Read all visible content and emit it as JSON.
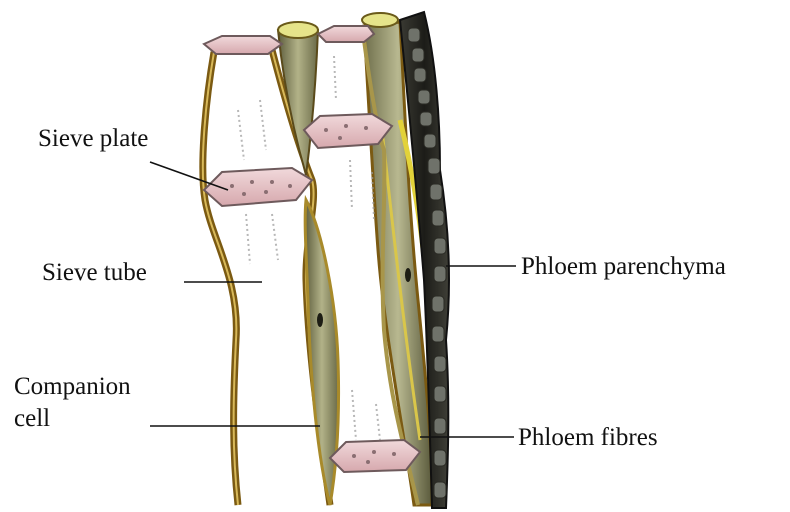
{
  "diagram": {
    "labels": {
      "sieve_plate": "Sieve plate",
      "sieve_tube": "Sieve tube",
      "companion_cell_line1": "Companion",
      "companion_cell_line2": "cell",
      "phloem_parenchyma": "Phloem parenchyma",
      "phloem_fibres": "Phloem fibres"
    },
    "colors": {
      "wall_brown": "#8a6418",
      "wall_gold": "#c9a93a",
      "plate_pink": "#e8c6c9",
      "plate_edge": "#6e5a5c",
      "companion_fill": "#9c9c72",
      "fibre_yellow": "#e2d23a",
      "parenchyma_dark": "#2b2b26",
      "parenchyma_cell": "#6f726a",
      "leader_line": "#111111"
    }
  }
}
